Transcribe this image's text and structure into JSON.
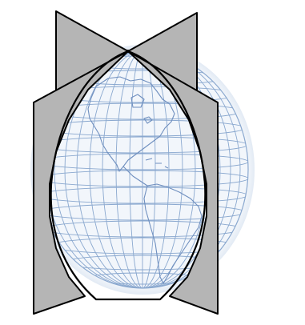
{
  "colors": {
    "background": "#ffffff",
    "globe_fill": "#f2f6fb",
    "globe_halo": "#dfe8f3",
    "graticule": "#8aa8cf",
    "coastline": "#6f8fbf",
    "projection_surface": "#b5b5b5",
    "outline": "#000000"
  },
  "diagram": {
    "globe": "wireframe-globe-americas",
    "projection_surface": "polyconic-cones-gray",
    "lens_outline": "projected-region-outline"
  }
}
